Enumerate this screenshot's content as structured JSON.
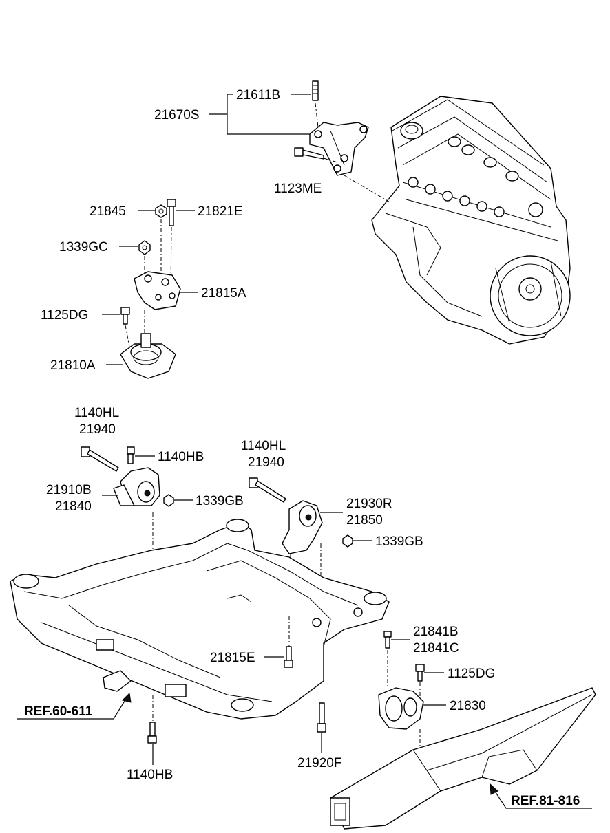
{
  "labels": {
    "p21611B": "21611B",
    "p21670S": "21670S",
    "p1123ME": "1123ME",
    "p21845": "21845",
    "p21821E": "21821E",
    "p1339GC": "1339GC",
    "p21815A": "21815A",
    "p1125DG_a": "1125DG",
    "p21810A": "21810A",
    "p1140HL_a": "1140HL",
    "p21940_a": "21940",
    "p1140HB_a": "1140HB",
    "p21910B": "21910B",
    "p21840": "21840",
    "p1339GB_a": "1339GB",
    "p1140HL_b": "1140HL",
    "p21940_b": "21940",
    "p21930R": "21930R",
    "p21850": "21850",
    "p1339GB_b": "1339GB",
    "p21841B": "21841B",
    "p21841C": "21841C",
    "p1125DG_b": "1125DG",
    "p21815E": "21815E",
    "p21830": "21830",
    "p1140HB_b": "1140HB",
    "p21920F": "21920F"
  },
  "refs": {
    "ref1": "REF.60-611",
    "ref2": "REF.81-816"
  }
}
